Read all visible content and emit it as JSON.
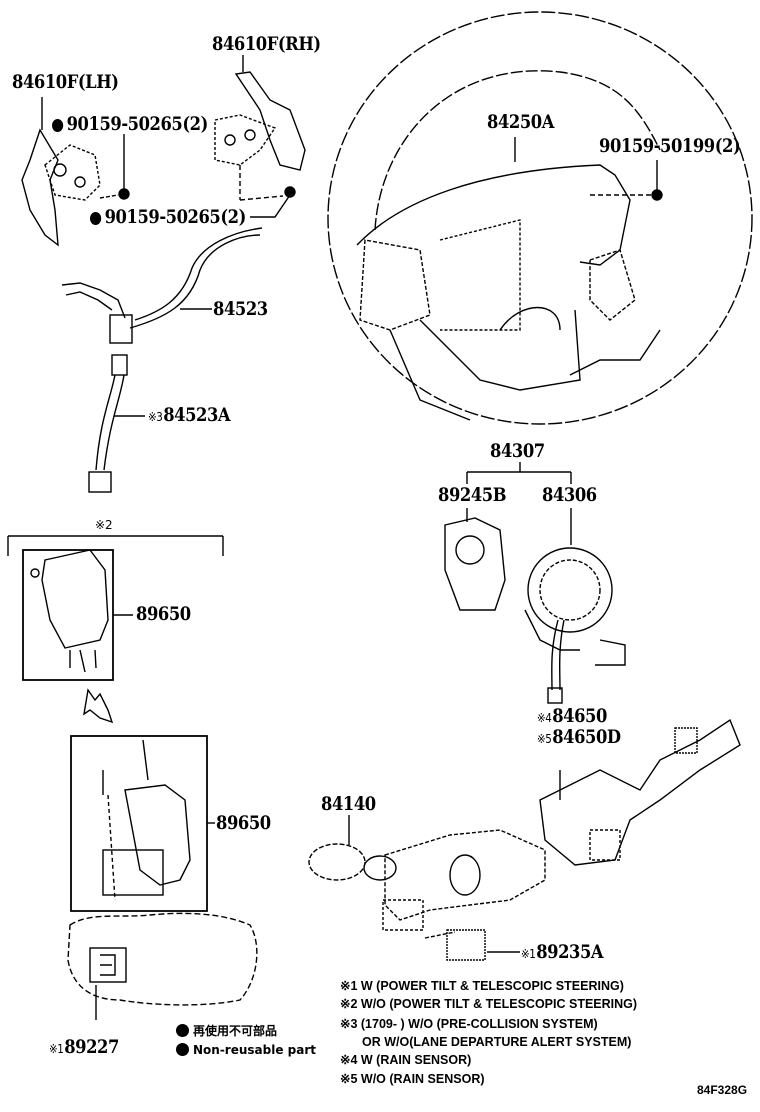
{
  "diagram": {
    "code": "84F328G",
    "parts": {
      "paddle_rh": "84610F(RH)",
      "paddle_lh": "84610F(LH)",
      "screw_lh": "90159-50265(2)",
      "screw_rh": "90159-50265(2)",
      "wheel_switch": "84250A",
      "wheel_screw": "90159-50199(2)",
      "harness": "84523",
      "harness_sub": "84523A",
      "spiral_cable_assy": "84307",
      "sensor": "89245B",
      "spiral_cable": "84306",
      "wiper_switch_a": "84650",
      "wiper_switch_b": "84650D",
      "turn_switch": "84140",
      "ecu_upper": "89650",
      "ecu_lower": "89650",
      "sensor_89235": "89235A",
      "sensor_89227": "89227"
    },
    "marks": {
      "harness_sub": "※3",
      "wiper_switch_a": "※4",
      "wiper_switch_b": "※5",
      "sensor_89235": "※1",
      "sensor_89227": "※1",
      "bracket": "※2"
    },
    "notes": [
      "※1 W (POWER TILT & TELESCOPIC STEERING)",
      "※2 W/O (POWER TILT & TELESCOPIC STEERING)",
      "※3 (1709-      ) W/O (PRE-COLLISION SYSTEM)",
      "OR W/O(LANE DEPARTURE ALERT SYSTEM)",
      "※4 W (RAIN SENSOR)",
      "※5 W/O (RAIN SENSOR)"
    ],
    "legend": {
      "jp": "再使用不可部品",
      "en": "Non-reusable part"
    }
  }
}
